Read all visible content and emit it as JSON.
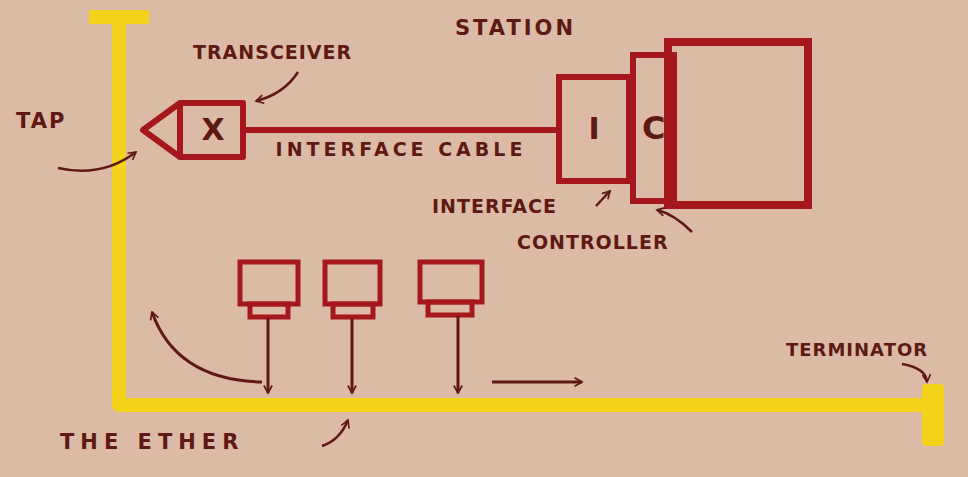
{
  "diagram": {
    "nodes": [
      {
        "text": [
          "X"
        ]
      },
      {
        "text": [
          "I"
        ]
      },
      {
        "text": [
          "C"
        ]
      }
    ],
    "edges": [
      {
        "from": 0,
        "to": 1,
        "arrow": "none",
        "label": "INTERFACE CABLE"
      }
    ],
    "labels": [
      "STATION",
      "TRANSCEIVER",
      "TAP",
      "INTERFACE",
      "CONTROLLER",
      "TERMINATOR",
      "THE ETHER"
    ]
  }
}
